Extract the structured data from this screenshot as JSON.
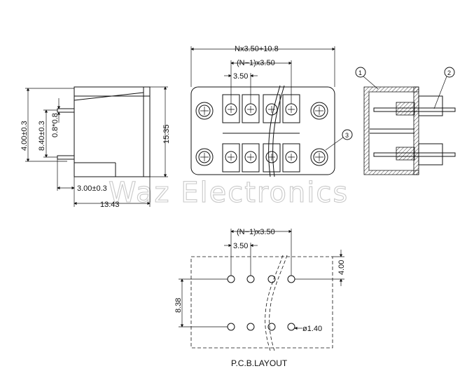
{
  "watermark": "Waz Electronics",
  "side_view": {
    "dim_height_left": "4.00±0.3",
    "dim_pin_span": "8.40±0.3",
    "dim_pin_width": "0.8*0.8",
    "dim_body_height": "15.35",
    "dim_pin_length": "3.00±0.3",
    "dim_body_depth": "13.43"
  },
  "front_view": {
    "dim_total": "Nx3.50+10.8",
    "dim_pitch_span": "(N−1)x3.50",
    "dim_pitch": "3.50"
  },
  "section_view": {
    "callout_1": "1",
    "callout_2": "2",
    "callout_3": "3"
  },
  "pcb_layout": {
    "dim_pitch_span": "(N−1)x3.50",
    "dim_pitch": "3.50",
    "dim_edge": "4.00",
    "dim_row_spacing": "8.38",
    "dim_hole_diameter": "ø1.40",
    "caption": "P.C.B.LAYOUT"
  }
}
